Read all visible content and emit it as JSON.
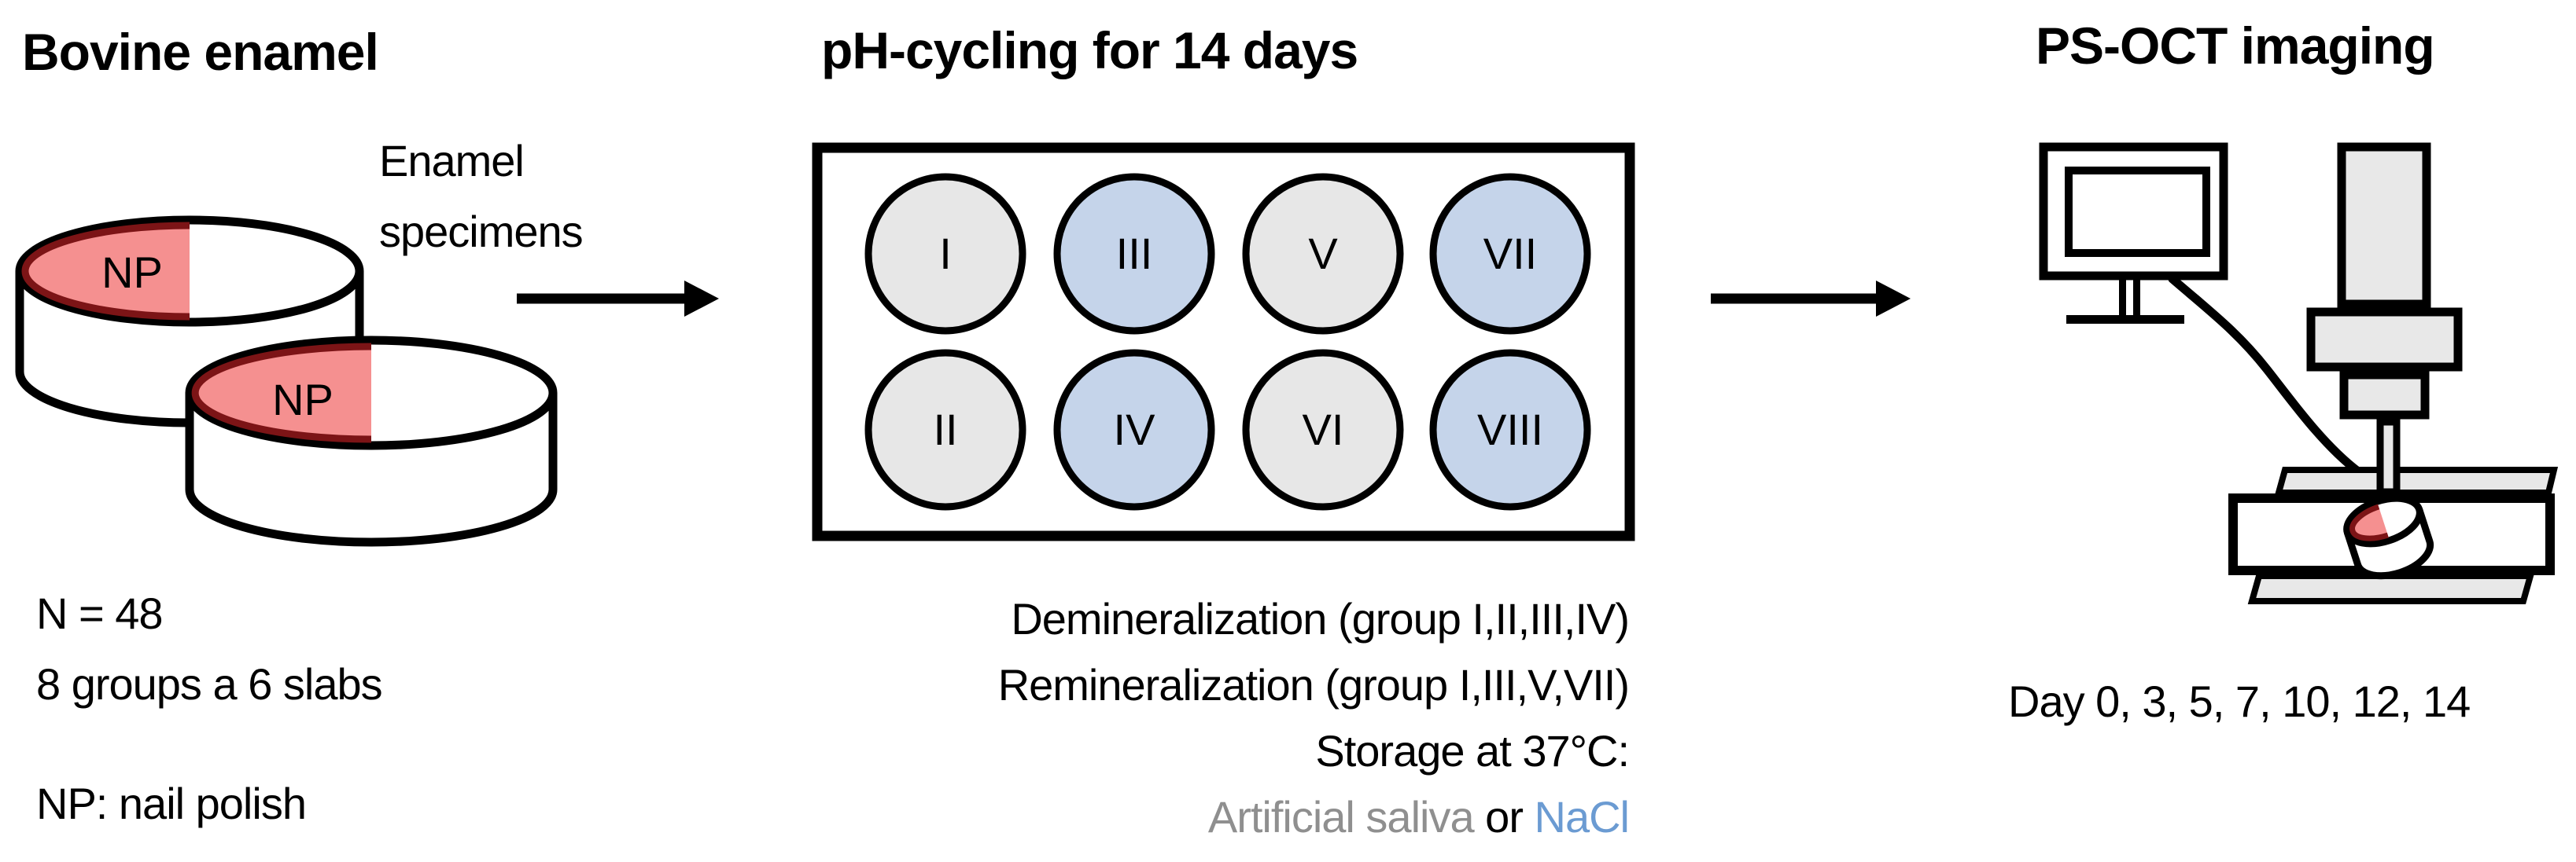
{
  "figure": {
    "left": {
      "title": "Bovine enamel",
      "np_label": "NP",
      "sample_size": "N = 48",
      "grouping": "8 groups a 6 slabs",
      "footnote": "NP: nail polish"
    },
    "transfer": {
      "label_line1": "Enamel",
      "label_line2": "specimens"
    },
    "middle": {
      "title": "pH-cycling for 14 days",
      "groups": [
        "I",
        "II",
        "III",
        "IV",
        "V",
        "VI",
        "VII",
        "VIII"
      ],
      "protocol_lines": [
        "Demineralization (group I,II,III,IV)",
        "Remineralization (group I,III,V,VII)",
        "Storage at 37°C:"
      ],
      "storage": {
        "medium1": "Artificial saliva",
        "conjunction": " or ",
        "medium2": "NaCl"
      }
    },
    "right": {
      "title": "PS-OCT imaging",
      "timepoints": "Day 0, 3, 5, 7, 10, 12, 14"
    },
    "colors": {
      "nail_polish_fill": "#f59090",
      "nail_polish_rim": "#7c1416",
      "group_control_fill": "#e7e7e7",
      "group_nacl_fill": "#c5d4ea",
      "saliva_text": "#8f8f8f",
      "nacl_text": "#6b9bd2",
      "device_fill": "#e8e8e8"
    }
  }
}
